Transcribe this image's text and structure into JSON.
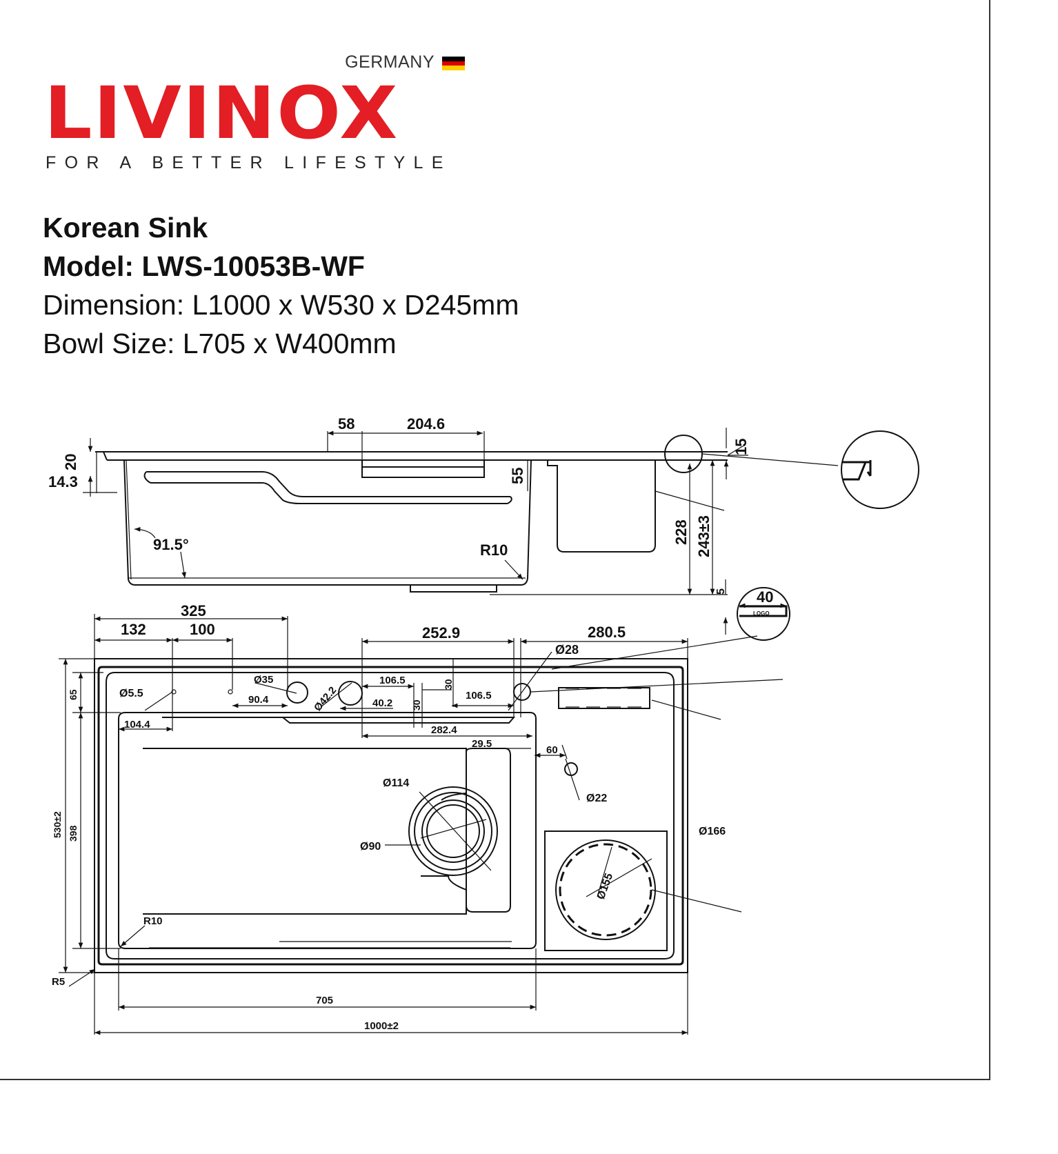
{
  "brand": {
    "origin": "GERMANY",
    "name": "LIVINOX",
    "tagline": "FOR A BETTER LIFESTYLE",
    "flag_colors": [
      "#000000",
      "#dd0000",
      "#ffce00"
    ],
    "accent": "#e31e24"
  },
  "product": {
    "title": "Korean Sink",
    "model": "Model: LWS-10053B-WF",
    "dimension": "Dimension: L1000 x W530 x D245mm",
    "bowl_size": "Bowl Size: L705 x W400mm"
  },
  "side_view": {
    "d58": "58",
    "d204_6": "204.6",
    "d20": "20",
    "d14_3": "14.3",
    "d55": "55",
    "d15": "15",
    "d228": "228",
    "d243": "243±3",
    "d5": "5",
    "d40": "40",
    "logo": "LOGO",
    "angle": "91.5°",
    "r10": "R10"
  },
  "top_view": {
    "d325": "325",
    "d132": "132",
    "d100": "100",
    "d252_9": "252.9",
    "d280_5": "280.5",
    "o28": "Ø28",
    "o35": "Ø35",
    "o5_5": "Ø5.5",
    "d90_4": "90.4",
    "o42_2": "Ø42.2",
    "d106_5a": "106.5",
    "d30a": "30",
    "d40_2": "40.2",
    "d30b": "30",
    "d106_5b": "106.5",
    "d282_4": "282.4",
    "d104_4": "104.4",
    "d65": "65",
    "d29_5": "29.5",
    "d60": "60",
    "o22": "Ø22",
    "o114": "Ø114",
    "o90": "Ø90",
    "o166": "Ø166",
    "o155": "Ø155",
    "d530": "530±2",
    "d398": "398",
    "r10": "R10",
    "r5": "R5",
    "d705": "705",
    "d1000": "1000±2"
  }
}
